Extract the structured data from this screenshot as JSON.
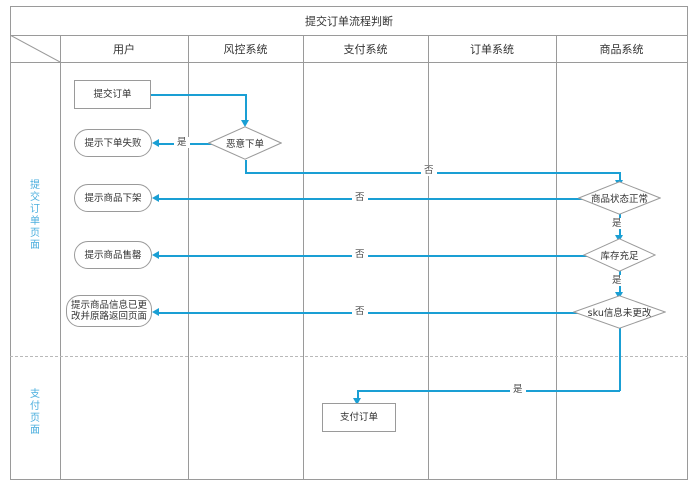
{
  "diagram": {
    "title": "提交订单流程判断",
    "columns": [
      {
        "label": "",
        "name": "corner"
      },
      {
        "label": "用户",
        "name": "user-system"
      },
      {
        "label": "风控系统",
        "name": "risk-control-system"
      },
      {
        "label": "支付系统",
        "name": "payment-system"
      },
      {
        "label": "订单系统",
        "name": "order-system"
      },
      {
        "label": "商品系统",
        "name": "product-system"
      }
    ],
    "lanes": [
      {
        "label": "提交订单页面",
        "name": "submit-order-page"
      },
      {
        "label": "支付页面",
        "name": "payment-page"
      }
    ],
    "accent_color": "#1a9fd4",
    "lane_label_color": "#4aaede",
    "node_border_color": "#9a9a9a",
    "nodes": [
      {
        "id": "submit-order",
        "label": "提交订单",
        "shape": "rect",
        "lane": "提交订单页面",
        "column": "用户"
      },
      {
        "id": "malicious-order",
        "label": "恶意下单",
        "shape": "diamond",
        "lane": "提交订单页面",
        "column": "风控系统"
      },
      {
        "id": "order-fail-tip",
        "label": "提示下单失败",
        "shape": "pill",
        "lane": "提交订单页面",
        "column": "用户"
      },
      {
        "id": "product-status-ok",
        "label": "商品状态正常",
        "shape": "diamond",
        "lane": "提交订单页面",
        "column": "商品系统"
      },
      {
        "id": "product-offline-tip",
        "label": "提示商品下架",
        "shape": "pill",
        "lane": "提交订单页面",
        "column": "用户"
      },
      {
        "id": "stock-enough",
        "label": "库存充足",
        "shape": "diamond",
        "lane": "提交订单页面",
        "column": "商品系统"
      },
      {
        "id": "sold-out-tip",
        "label": "提示商品售罄",
        "shape": "pill",
        "lane": "提交订单页面",
        "column": "用户"
      },
      {
        "id": "sku-unchanged",
        "label": "sku信息未更改",
        "shape": "diamond",
        "lane": "提交订单页面",
        "column": "商品系统"
      },
      {
        "id": "sku-changed-tip",
        "label_line1": "提示商品信息已更",
        "label_line2": "改并原路返回页面",
        "shape": "pill",
        "lane": "提交订单页面",
        "column": "用户"
      },
      {
        "id": "pay-order",
        "label": "支付订单",
        "shape": "rect",
        "lane": "支付页面",
        "column": "支付系统"
      }
    ],
    "edges": [
      {
        "id": "e1",
        "from": "submit-order",
        "to": "malicious-order",
        "label": ""
      },
      {
        "id": "e2",
        "from": "malicious-order",
        "to": "order-fail-tip",
        "label": "是"
      },
      {
        "id": "e3",
        "from": "malicious-order",
        "to": "product-status-ok",
        "label": "否"
      },
      {
        "id": "e4",
        "from": "product-status-ok",
        "to": "product-offline-tip",
        "label": "否"
      },
      {
        "id": "e5",
        "from": "product-status-ok",
        "to": "stock-enough",
        "label": "是"
      },
      {
        "id": "e6",
        "from": "stock-enough",
        "to": "sold-out-tip",
        "label": "否"
      },
      {
        "id": "e7",
        "from": "stock-enough",
        "to": "sku-unchanged",
        "label": "是"
      },
      {
        "id": "e8",
        "from": "sku-unchanged",
        "to": "sku-changed-tip",
        "label": "否"
      },
      {
        "id": "e9",
        "from": "sku-unchanged",
        "to": "pay-order",
        "label": "是"
      }
    ]
  }
}
